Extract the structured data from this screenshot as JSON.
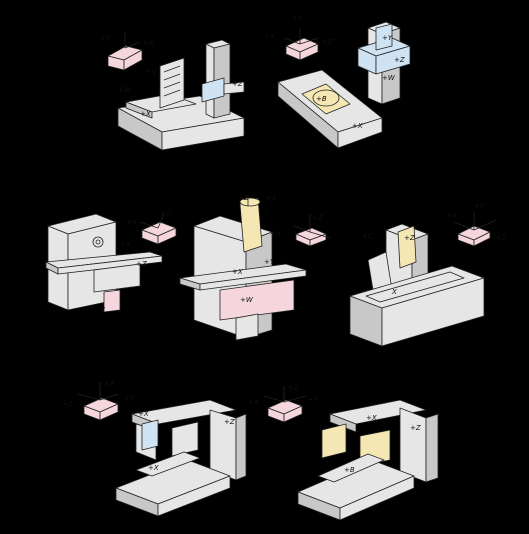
{
  "colors": {
    "background": "#000000",
    "body": "#e6e6e6",
    "shadow": "#c8c8c8",
    "pink": "#f4d6dc",
    "blue": "#cfe3f3",
    "yellow": "#f4e7b3",
    "outline": "#222222"
  },
  "machines": [
    {
      "name": "machine-1",
      "labels": {
        "axis_x": "+X",
        "axis_y": "+Y",
        "axis_v": "+V",
        "axis_z": "+Z",
        "axis_w": "+W",
        "axis_x2": "+X"
      }
    },
    {
      "name": "machine-2",
      "labels": {
        "axis_x": "+X",
        "axis_y": "+Y",
        "axis_z": "+Z",
        "axis_w": "+W",
        "axis_b": "+B",
        "axis_x2": "+X"
      }
    },
    {
      "name": "machine-3",
      "labels": {
        "axis_x": "+X",
        "axis_y": "+Y",
        "axis_z": "+Z",
        "axis_v": "V",
        "axis_x2": "+X"
      }
    },
    {
      "name": "machine-4",
      "labels": {
        "axis_x": "+X",
        "axis_y": "+Y",
        "axis_z": "+Z",
        "axis_w": "+W",
        "axis_x2": "+X"
      }
    },
    {
      "name": "machine-5",
      "labels": {
        "axis_x": "+X",
        "axis_y": "+Y",
        "axis_z": "+Z",
        "axis_x2": "X",
        "axis_c": "+C"
      }
    },
    {
      "name": "machine-6",
      "labels": {
        "axis_x": "+X",
        "axis_y": "+Y",
        "axis_z": "+Z",
        "axis_x2": "+X",
        "axis_z2": "+Z"
      }
    },
    {
      "name": "machine-7",
      "labels": {
        "axis_x": "+X",
        "axis_y": "+Y",
        "axis_z": "+Z",
        "axis_b": "+B",
        "axis_x2": "+X"
      }
    }
  ]
}
